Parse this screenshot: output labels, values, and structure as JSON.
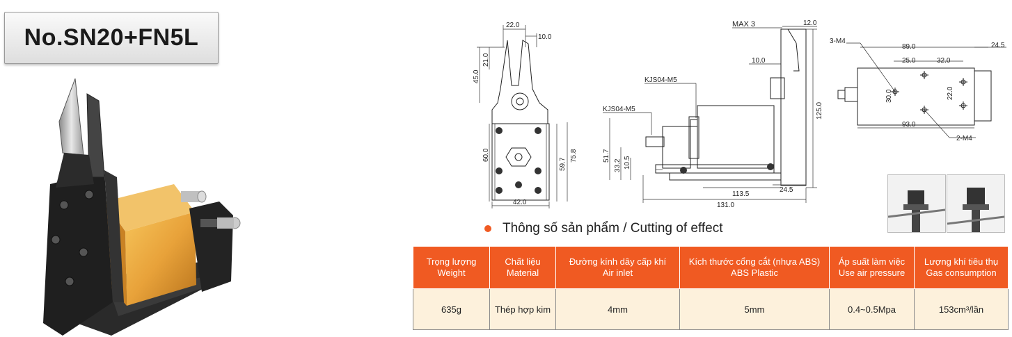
{
  "model": "No.SN20+FN5L",
  "drawing_labels": {
    "front": {
      "w_top": "22.0",
      "w_side": "10.0",
      "h1": "21.0",
      "h2": "45.0",
      "h3": "60.0",
      "h4": "59.7",
      "h5": "75.8",
      "w_bottom": "42.0"
    },
    "side": {
      "max": "MAX 3",
      "top_right": "12.0",
      "offset": "10.0",
      "fitting_1": "KJS04-M5",
      "fitting_2": "KJS04-M5",
      "height": "125.0",
      "h_left": "51.7",
      "h_mid": "33.2",
      "h_low": "10.5",
      "len_mid": "113.5",
      "len_end": "24.5",
      "len_total": "131.0"
    },
    "top": {
      "holes_top": "3-M4",
      "w1": "89.0",
      "w2": "24.5",
      "w3": "25.0",
      "w4": "32.0",
      "v1": "30.0",
      "v2": "22.0",
      "w_bottom": "93.0",
      "holes_bottom": "2-M4"
    }
  },
  "section_title": "Thông số sản phẩm / Cutting of effect",
  "spec_table": {
    "headers": [
      {
        "vi": "Trọng lượng",
        "en": "Weight"
      },
      {
        "vi": "Chất liệu",
        "en": "Material"
      },
      {
        "vi": "Đường kính dây cấp khí",
        "en": "Air inlet"
      },
      {
        "vi": "Kích thước cổng cắt (nhựa ABS)",
        "en": "ABS Plastic"
      },
      {
        "vi": "Áp suất làm việc",
        "en": "Use air pressure"
      },
      {
        "vi": "Lượng khí tiêu thụ",
        "en": "Gas consumption"
      }
    ],
    "values": [
      "635g",
      "Thép hợp kim",
      "4mm",
      "5mm",
      "0.4~0.5Mpa",
      "153cm³/lần"
    ]
  },
  "colors": {
    "accent": "#f05a22",
    "cell_bg": "#fdf1dc",
    "body_gold": "#e8a23a"
  }
}
